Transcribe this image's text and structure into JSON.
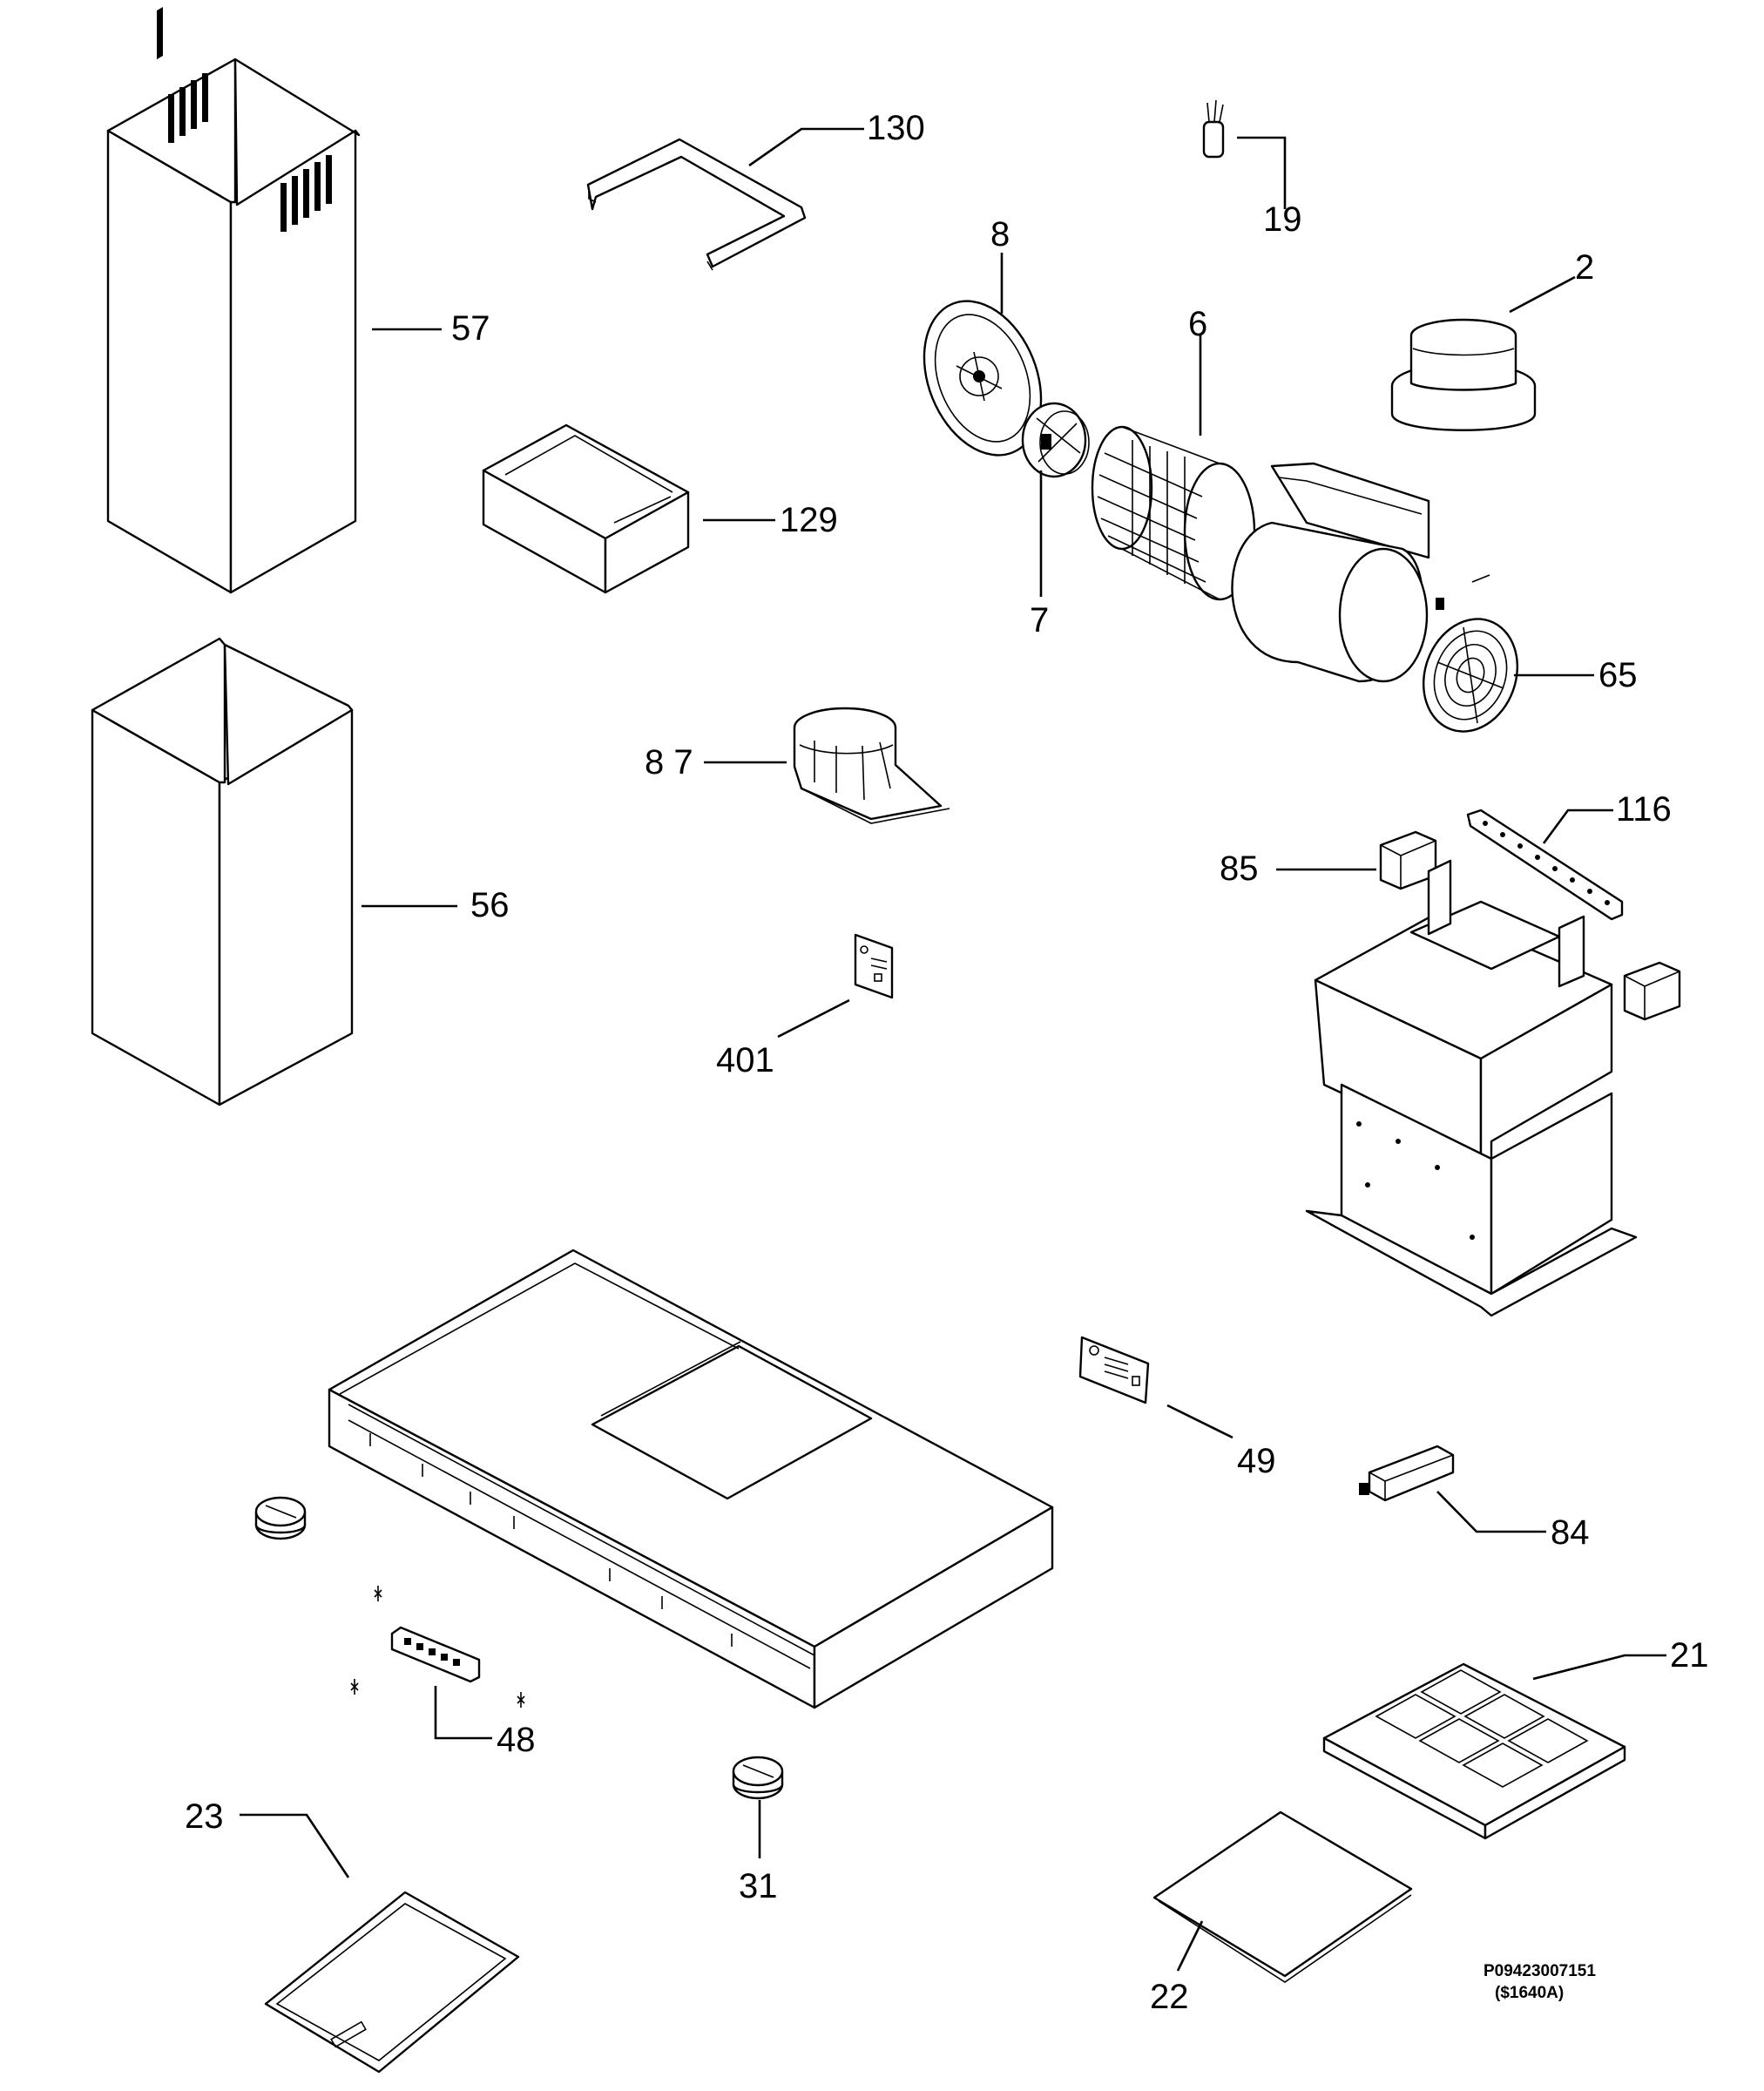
{
  "callouts": {
    "c130": "130",
    "c19": "19",
    "c8": "8",
    "c2": "2",
    "c57": "57",
    "c6": "6",
    "c129": "129",
    "c7": "7",
    "c65": "65",
    "c87": "8 7",
    "c116": "116",
    "c85": "85",
    "c56": "56",
    "c401": "401",
    "c49": "49",
    "c84": "84",
    "c21": "21",
    "c48": "48",
    "c23": "23",
    "c31": "31",
    "c22": "22"
  },
  "drawing_code": {
    "line1": "P09423007151",
    "line2": "($1640A)"
  },
  "icons": [
    "chimney-upper",
    "chimney-lower",
    "bracket",
    "transition-box",
    "capacitor",
    "motor-plate",
    "motor",
    "blower-wheel",
    "blower-housing",
    "duct-collar",
    "grille",
    "damper",
    "bracket-rail",
    "mount",
    "housing",
    "pcb",
    "hood",
    "knob",
    "switch-panel",
    "filter",
    "charcoal-filter",
    "light"
  ]
}
